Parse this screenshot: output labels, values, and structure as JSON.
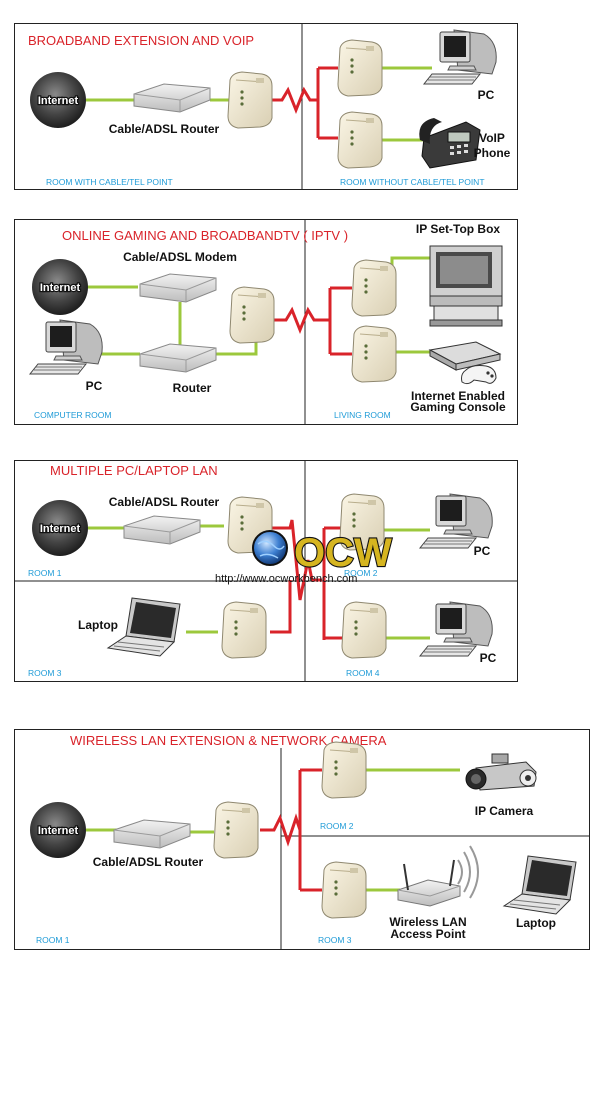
{
  "panel1": {
    "title": "BROADBAND EXTENSION AND VOIP",
    "internet": "Internet",
    "router": "Cable/ADSL Router",
    "pc": "PC",
    "voip_1": "VoIP",
    "voip_2": "Phone",
    "room_left": "ROOM WITH CABLE/TEL POINT",
    "room_right": "ROOM WITHOUT CABLE/TEL POINT"
  },
  "panel2": {
    "title": "ONLINE GAMING AND BROADBANDTV ( IPTV )",
    "internet": "Internet",
    "modem": "Cable/ADSL Modem",
    "pc": "PC",
    "router": "Router",
    "settop": "IP Set-Top Box",
    "console_1": "Internet Enabled",
    "console_2": "Gaming Console",
    "room_left": "COMPUTER ROOM",
    "room_right": "LIVING ROOM"
  },
  "panel3": {
    "title": "MULTIPLE PC/LAPTOP LAN",
    "internet": "Internet",
    "router": "Cable/ADSL Router",
    "pc_top": "PC",
    "laptop": "Laptop",
    "pc_bottom": "PC",
    "room1": "ROOM 1",
    "room2": "ROOM 2",
    "room3": "ROOM 3",
    "room4": "ROOM 4",
    "watermark_url": "http://www.ocworkbench.com",
    "watermark_logo": "OCW"
  },
  "panel4": {
    "title": "WIRELESS LAN EXTENSION & NETWORK CAMERA",
    "internet": "Internet",
    "router": "Cable/ADSL Router",
    "camera": "IP Camera",
    "ap_1": "Wireless LAN",
    "ap_2": "Access Point",
    "laptop": "Laptop",
    "room1": "ROOM 1",
    "room2": "ROOM 2",
    "room3": "ROOM 3"
  },
  "colors": {
    "title_red": "#d9232a",
    "room_blue": "#1f9bd7",
    "line_green": "#9cc83c",
    "powerline_red": "#d9232a"
  }
}
